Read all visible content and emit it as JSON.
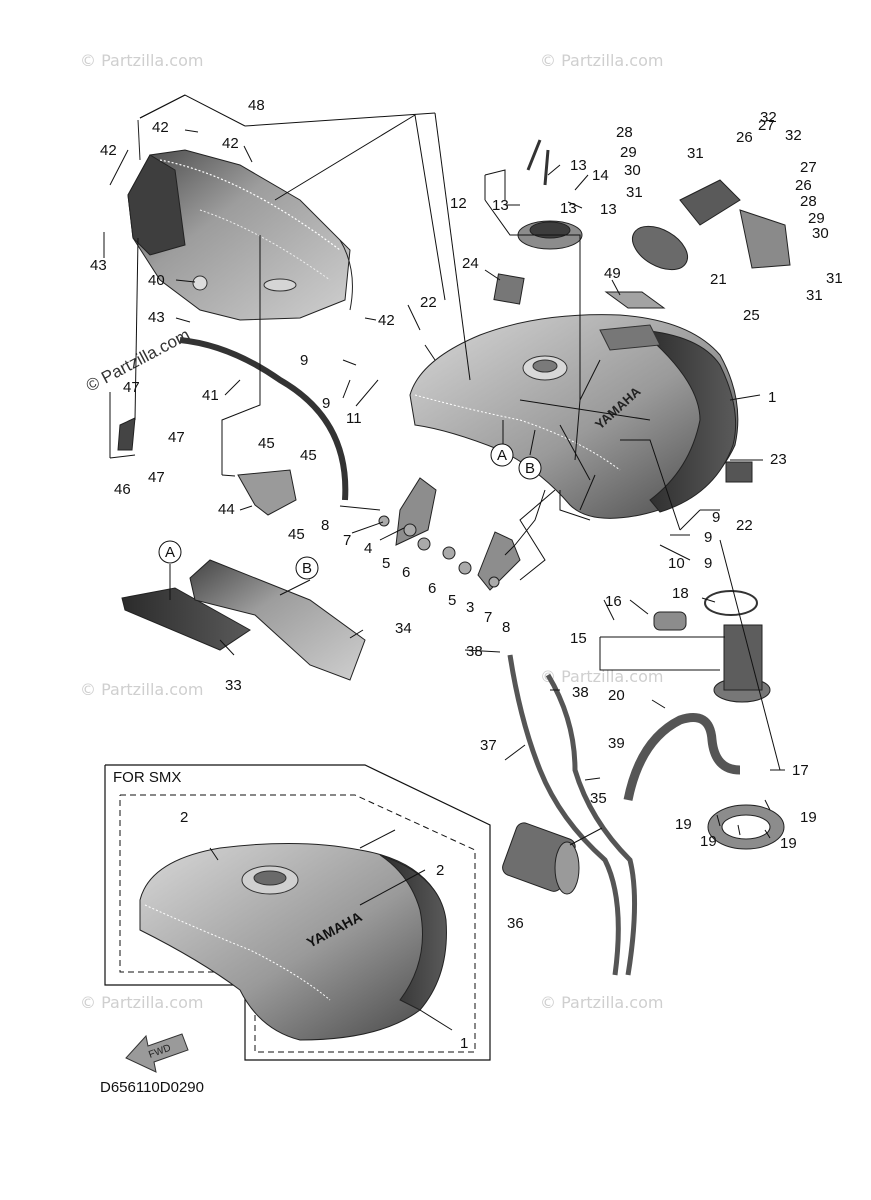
{
  "diagram": {
    "watermark": "© Partzilla.com",
    "inset_title": "FOR SMX",
    "fwd_text": "FWD",
    "tank_brand": "YAMAHA",
    "diagram_code": "D656110D0290",
    "callouts_a": "A",
    "callouts_b": "B"
  },
  "colors": {
    "tank_dark": "#3a3a3a",
    "tank_mid": "#8c8c8c",
    "tank_light": "#c9c9c9",
    "watermark": "#cfcfcf"
  }
}
